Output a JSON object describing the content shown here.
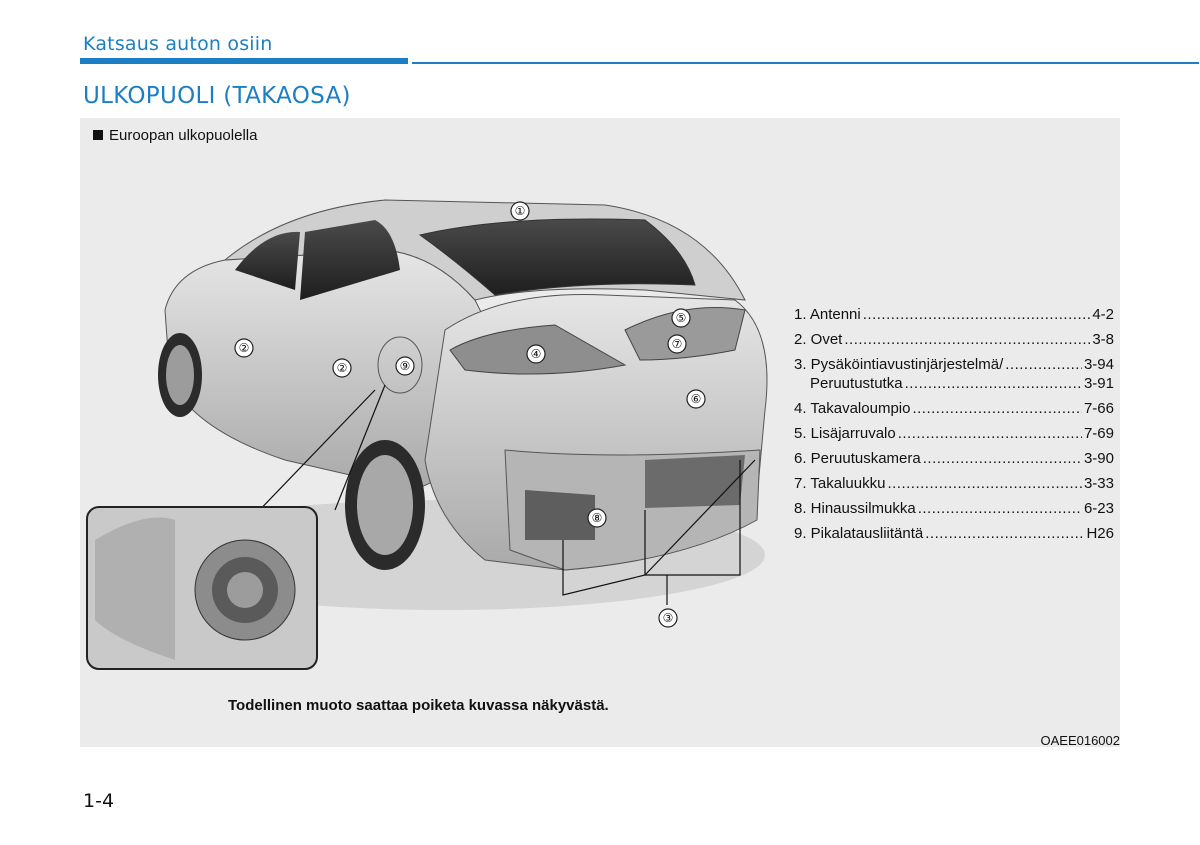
{
  "header": {
    "section_title": "Katsaus auton osiin",
    "page_heading": "ULKOPUOLI (TAKAOSA)"
  },
  "figure": {
    "region_label": "Euroopan ulkopuolella",
    "callouts": [
      "①",
      "②",
      "②",
      "③",
      "④",
      "⑤",
      "⑥",
      "⑦",
      "⑧",
      "⑨"
    ],
    "note": "Todellinen muoto saattaa poiketa kuvassa näkyvästä.",
    "image_code": "OAEE016002"
  },
  "parts": [
    {
      "label": "1. Antenni",
      "page": "4-2"
    },
    {
      "label": "2. Ovet",
      "page": "3-8"
    },
    {
      "label": "3. Pysäköintiavustinjärjestelmä/",
      "page": "3-94"
    },
    {
      "label": "Peruutustutka",
      "page": "3-91"
    },
    {
      "label": "4. Takavaloumpio",
      "page": "7-66"
    },
    {
      "label": "5. Lisäjarruvalo",
      "page": "7-69"
    },
    {
      "label": "6. Peruutuskamera",
      "page": "3-90"
    },
    {
      "label": "7. Takaluukku",
      "page": "3-33"
    },
    {
      "label": "8. Hinaussilmukka",
      "page": "6-23"
    },
    {
      "label": "9. Pikalatausliitäntä",
      "page": "H26"
    }
  ],
  "footer": {
    "page_number": "1-4"
  },
  "colors": {
    "accent": "#1c7fc4",
    "panel_bg": "#ebebeb"
  }
}
